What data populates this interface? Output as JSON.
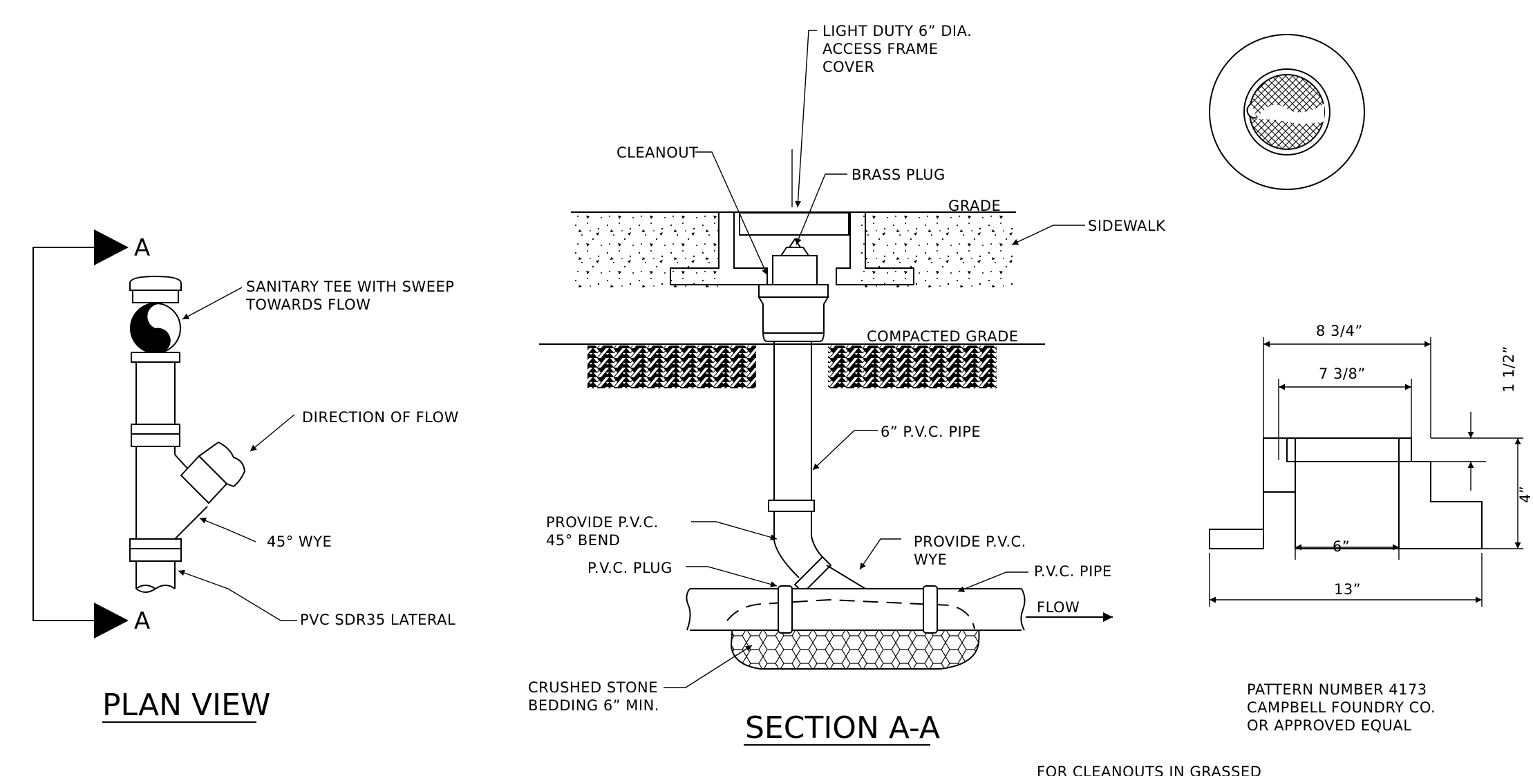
{
  "plan_view": {
    "title": "PLAN VIEW",
    "section_marker": "A",
    "labels": {
      "sanitary_tee": [
        "SANITARY TEE WITH SWEEP",
        "TOWARDS FLOW"
      ],
      "direction_of_flow": "DIRECTION OF FLOW",
      "wye": "45° WYE",
      "lateral": "PVC SDR35 LATERAL"
    }
  },
  "section": {
    "title": "SECTION A-A",
    "labels": {
      "access_frame": [
        "LIGHT DUTY 6” DIA.",
        "ACCESS FRAME",
        "COVER"
      ],
      "cleanout": "CLEANOUT",
      "brass_plug": "BRASS PLUG",
      "grade": "GRADE",
      "sidewalk": "SIDEWALK",
      "compacted_grade": "COMPACTED GRADE",
      "pvc_pipe_6": "6” P.V.C. PIPE",
      "bend": [
        "PROVIDE   P.V.C.",
        "45° BEND"
      ],
      "wye": [
        "PROVIDE P.V.C.",
        "WYE"
      ],
      "pvc_plug": "P.V.C. PLUG",
      "pvc_pipe": "P.V.C. PIPE",
      "flow": "FLOW",
      "bedding": [
        "CRUSHED STONE",
        "BEDDING 6” MIN."
      ]
    }
  },
  "frame_detail": {
    "dims": {
      "outer_top": "8 3/4”",
      "inner_top": "7 3/8”",
      "thickness": "1 1/2”",
      "height": "4”",
      "opening": "6”",
      "overall": "13”"
    },
    "note": [
      "PATTERN NUMBER 4173",
      "CAMPBELL FOUNDRY CO.",
      "OR APPROVED EQUAL"
    ]
  },
  "footer_note": "FOR CLEANOUTS IN GRASSED"
}
